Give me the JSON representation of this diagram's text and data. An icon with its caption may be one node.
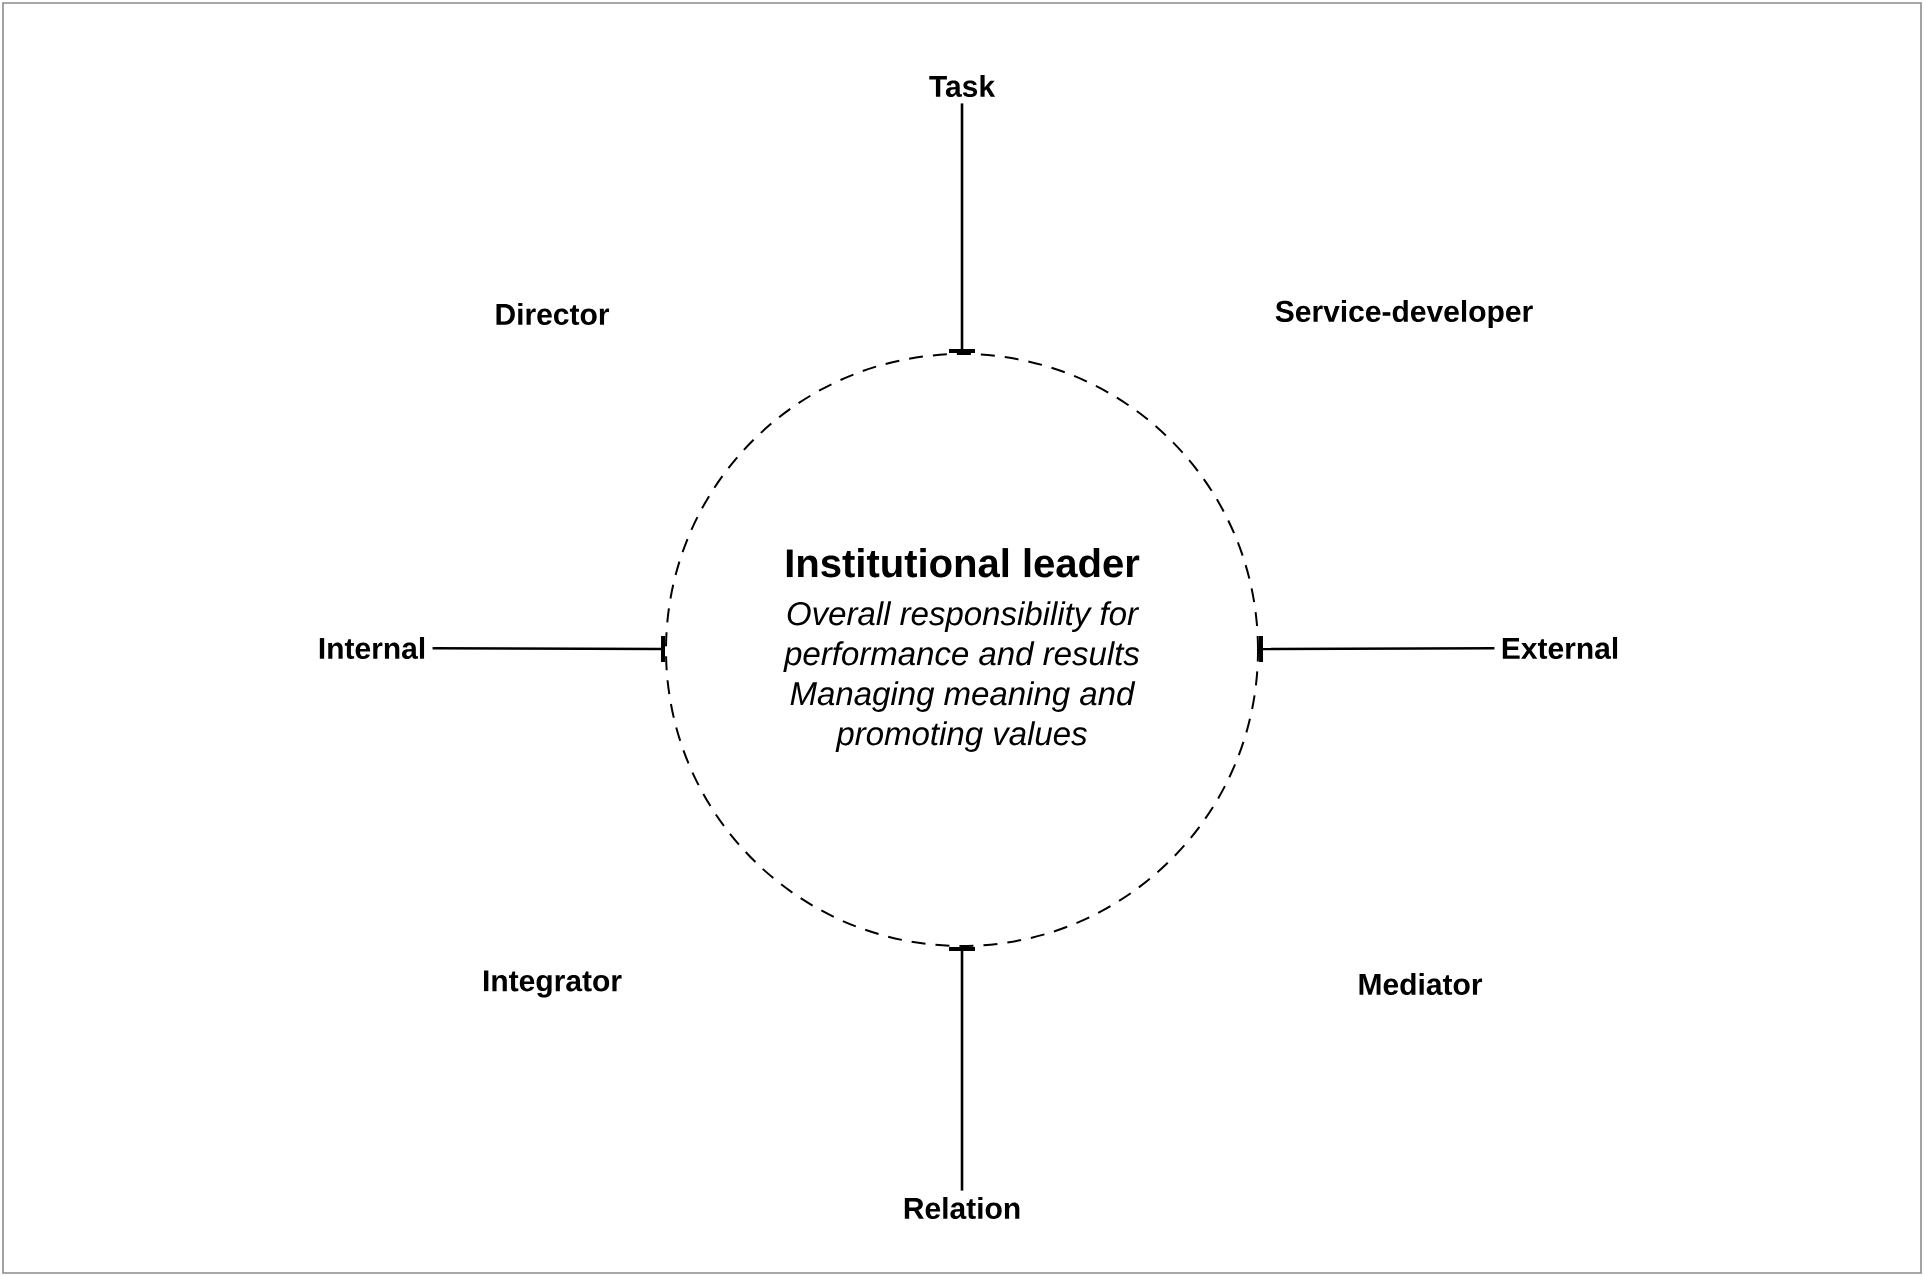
{
  "diagram": {
    "nodes": [
      {
        "text": [
          "Task"
        ]
      },
      {
        "text": [
          "Institutional leader",
          "Overall responsibility for performance and results",
          "Managing meaning and promoting values"
        ]
      },
      {
        "text": [
          "Internal"
        ]
      },
      {
        "text": [
          "External"
        ]
      },
      {
        "text": [
          "Relation"
        ]
      }
    ],
    "edges": [
      {
        "from": 0,
        "to": 1,
        "arrow": "other"
      },
      {
        "from": 2,
        "to": 1,
        "arrow": "other"
      },
      {
        "from": 3,
        "to": 1,
        "arrow": "other"
      },
      {
        "from": 4,
        "to": 1,
        "arrow": "other"
      }
    ],
    "labels": [
      "Director",
      "Service-developer",
      "Integrator",
      "Mediator"
    ]
  }
}
